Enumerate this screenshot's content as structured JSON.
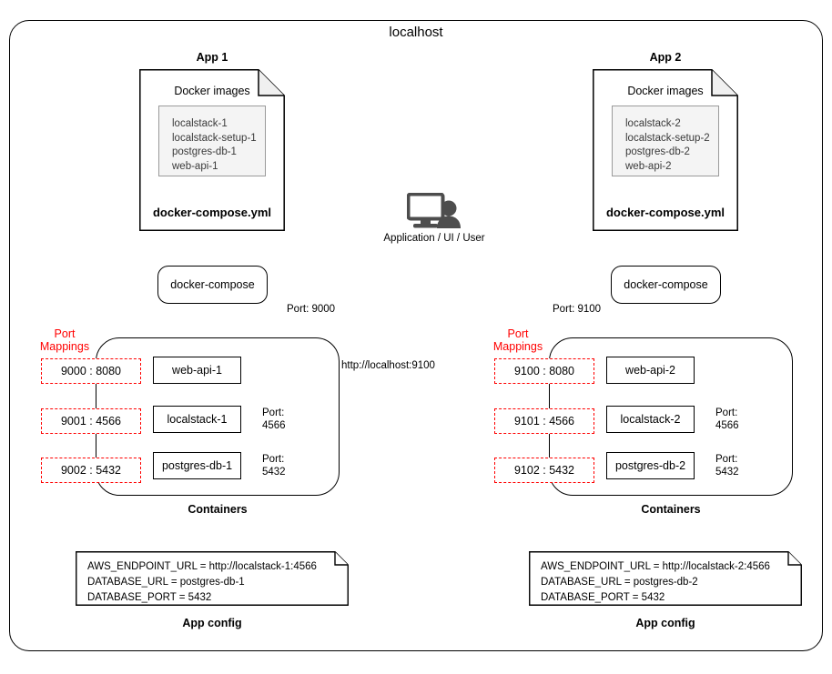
{
  "host": {
    "title": "localhost"
  },
  "actor": {
    "icon": "monitor-user-icon",
    "label": "Application / UI / User"
  },
  "apps": [
    {
      "title": "App 1",
      "compose_doc": {
        "header": "Docker images",
        "images": [
          "localstack-1",
          "localstack-setup-1",
          "postgres-db-1",
          "web-api-1"
        ],
        "filename": "docker-compose.yml"
      },
      "compose_cmd": "docker-compose",
      "entry_port_label": "Port: 9000",
      "port_mappings_title_line1": "Port",
      "port_mappings_title_line2": "Mappings",
      "port_mappings": [
        "9000 : 8080",
        "9001 : 4566",
        "9002 : 5432"
      ],
      "group_caption": "Containers",
      "services": [
        "web-api-1",
        "localstack-1",
        "postgres-db-1"
      ],
      "internal_ports": [
        {
          "line1": "Port:",
          "line2": "4566"
        },
        {
          "line1": "Port:",
          "line2": "5432"
        }
      ],
      "config": {
        "lines": [
          "AWS_ENDPOINT_URL = http://localstack-1:4566",
          "DATABASE_URL = postgres-db-1",
          "DATABASE_PORT = 5432"
        ],
        "caption": "App config"
      }
    },
    {
      "title": "App 2",
      "compose_doc": {
        "header": "Docker images",
        "images": [
          "localstack-2",
          "localstack-setup-2",
          "postgres-db-2",
          "web-api-2"
        ],
        "filename": "docker-compose.yml"
      },
      "compose_cmd": "docker-compose",
      "entry_port_label": "Port: 9100",
      "port_mappings_title_line1": "Port",
      "port_mappings_title_line2": "Mappings",
      "port_mappings": [
        "9100 : 8080",
        "9101 : 4566",
        "9102 : 5432"
      ],
      "group_caption": "Containers",
      "services": [
        "web-api-2",
        "localstack-2",
        "postgres-db-2"
      ],
      "internal_ports": [
        {
          "line1": "Port:",
          "line2": "4566"
        },
        {
          "line1": "Port:",
          "line2": "5432"
        }
      ],
      "config": {
        "lines": [
          "AWS_ENDPOINT_URL = http://localstack-2:4566",
          "DATABASE_URL = postgres-db-2",
          "DATABASE_PORT = 5432"
        ],
        "caption": "App config"
      }
    }
  ],
  "cross_call": {
    "label": "http://localhost:9100"
  },
  "colors": {
    "stroke": "#000000",
    "port_mapping": "#ff0000",
    "internal_link": "#5b84c4",
    "doc_fill": "#f4f4f4",
    "doc_border": "#9a9a9a"
  }
}
